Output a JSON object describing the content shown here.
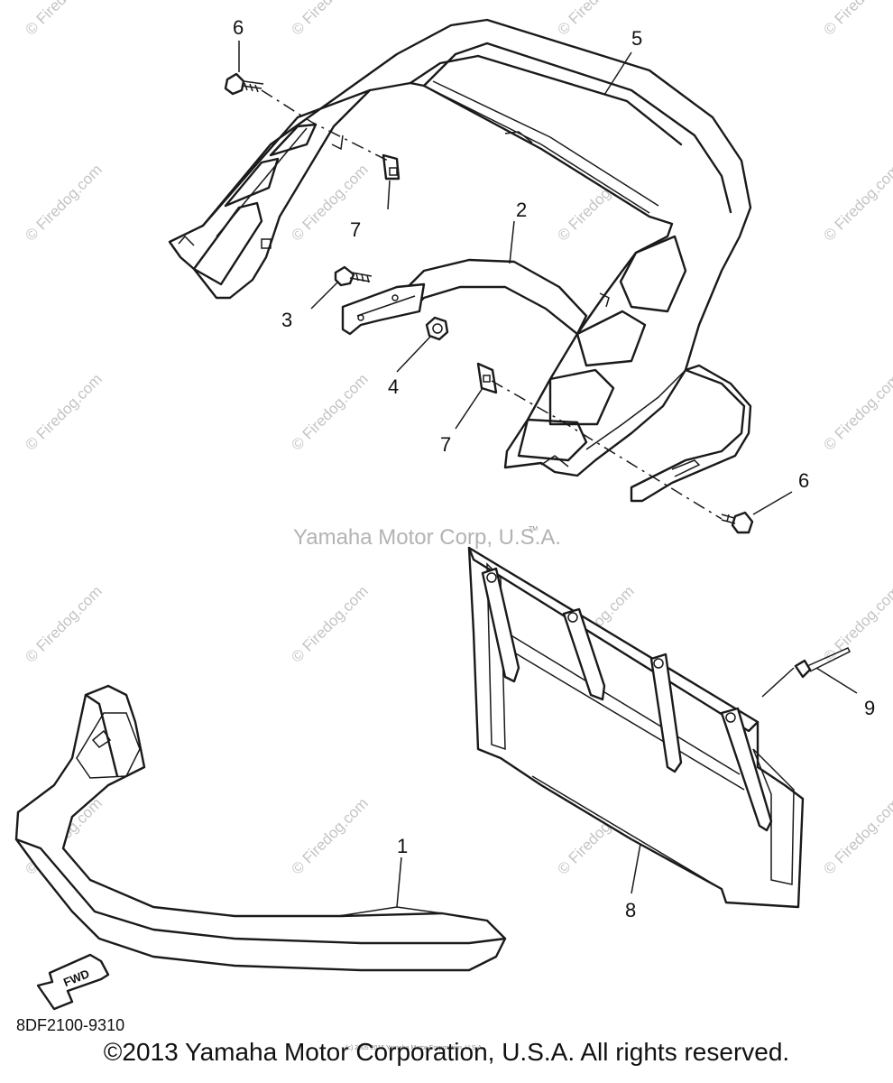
{
  "watermark": {
    "site": "© Firedog.com",
    "center": "Yamaha Motor Corp, U.S.A.",
    "tm": "TM"
  },
  "callouts": {
    "c1": "1",
    "c2": "2",
    "c3": "3",
    "c4": "4",
    "c5": "5",
    "c6a": "6",
    "c6b": "6",
    "c7a": "7",
    "c7b": "7",
    "c8": "8",
    "c9": "9"
  },
  "direction_label": "FWD",
  "part_number": "8DF2100-9310",
  "small_print": "(c) 2005 2015 Yamaha Motor Corporation, U.S.A.",
  "copyright": "©2013 Yamaha Motor Corporation, U.S.A. All rights reserved."
}
